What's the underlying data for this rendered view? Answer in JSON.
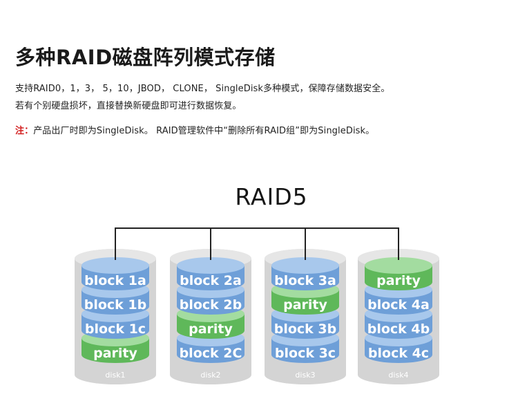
{
  "header": {
    "title": "多种RAID磁盘阵列模式存储",
    "line1": "支持RAID0，1，3， 5，10，JBOD， CLONE， SingleDisk多种模式，保障存储数据安全。",
    "line2": "若有个别硬盘损坏，直接替换新硬盘即可进行数据恢复。",
    "note_label": "注：",
    "note_text": "产品出厂时即为SingleDisk。 RAID管理软件中“删除所有RAID组”即为SingleDisk。"
  },
  "diagram": {
    "title": "RAID5",
    "colors": {
      "block_blue": "#6e9fd8",
      "block_blue_top": "#a8c8ec",
      "parity_green": "#5fb85a",
      "parity_green_top": "#a3dca0",
      "disk_gray": "#d4d4d4",
      "connector": "#222222"
    },
    "disks": [
      {
        "label": "disk1",
        "blocks": [
          "block 1a",
          "block 1b",
          "block 1c",
          "parity"
        ]
      },
      {
        "label": "disk2",
        "blocks": [
          "block 2a",
          "block 2b",
          "parity",
          "block 2C"
        ]
      },
      {
        "label": "disk3",
        "blocks": [
          "block 3a",
          "parity",
          "block 3b",
          "block 3c"
        ]
      },
      {
        "label": "disk4",
        "blocks": [
          "parity",
          "block 4a",
          "block 4b",
          "block 4c"
        ]
      }
    ]
  }
}
